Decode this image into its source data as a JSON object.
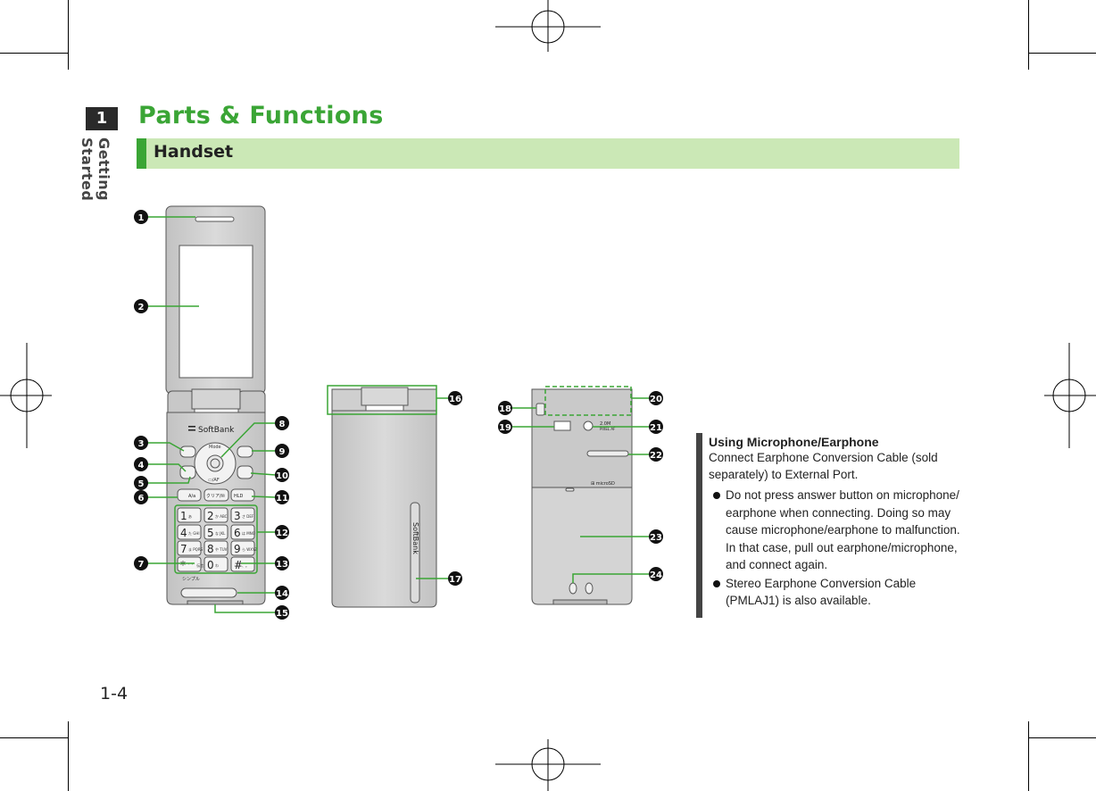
{
  "chapter": {
    "number": "1",
    "title": "Getting Started"
  },
  "page": {
    "title": "Parts & Functions",
    "section": "Handset",
    "number": "1-4"
  },
  "callouts": [
    "❶",
    "❷",
    "❸",
    "❹",
    "❺",
    "❻",
    "❼",
    "❽",
    "❾",
    "❿",
    "⓫",
    "⓬",
    "⓭",
    "⓮",
    "⓯",
    "⓰",
    "⓱",
    "⓲",
    "⓳",
    "⓴",
    "㉑",
    "㉒",
    "㉓",
    "㉔"
  ],
  "phone": {
    "brand": "SoftBank",
    "nav_top": "Mode",
    "nav_bottom": "▭/AF",
    "clear_key": "クリア/✉",
    "hold_key": "HLD",
    "call_key": "A/a",
    "simple_label": "シンプル",
    "camera_spec": "2.0M",
    "camera_sub": "PIXEL AF",
    "microsd_label": "⊞ microSD",
    "keys": [
      {
        "digit": "1",
        "sub": "あ"
      },
      {
        "digit": "2",
        "sub": "か ABC"
      },
      {
        "digit": "3",
        "sub": "さ DEF"
      },
      {
        "digit": "4",
        "sub": "た GHI"
      },
      {
        "digit": "5",
        "sub": "な JKL"
      },
      {
        "digit": "6",
        "sub": "は MNO"
      },
      {
        "digit": "7",
        "sub": "ま PQRS"
      },
      {
        "digit": "8",
        "sub": "や TUV"
      },
      {
        "digit": "9",
        "sub": "ら WXYZ"
      },
      {
        "digit": "*",
        "sub": "゛゜ 伝言用"
      },
      {
        "digit": "0",
        "sub": "わ"
      },
      {
        "digit": "#",
        "sub": "、。"
      }
    ]
  },
  "note": {
    "heading": "Using Microphone/Earphone",
    "body": "Connect Earphone Conversion Cable (sold separately) to External Port.",
    "bullets": [
      "Do not press answer button on microphone/ earphone when connecting. Doing so may cause microphone/earphone to malfunction. In that case, pull out earphone/microphone, and connect again.",
      "Stereo Earphone Conversion Cable (PMLAJ1) is also available."
    ]
  },
  "colors": {
    "accent": "#3aa535",
    "section_bg": "#cbe8b6",
    "phone_body": "#d0d0d0"
  }
}
